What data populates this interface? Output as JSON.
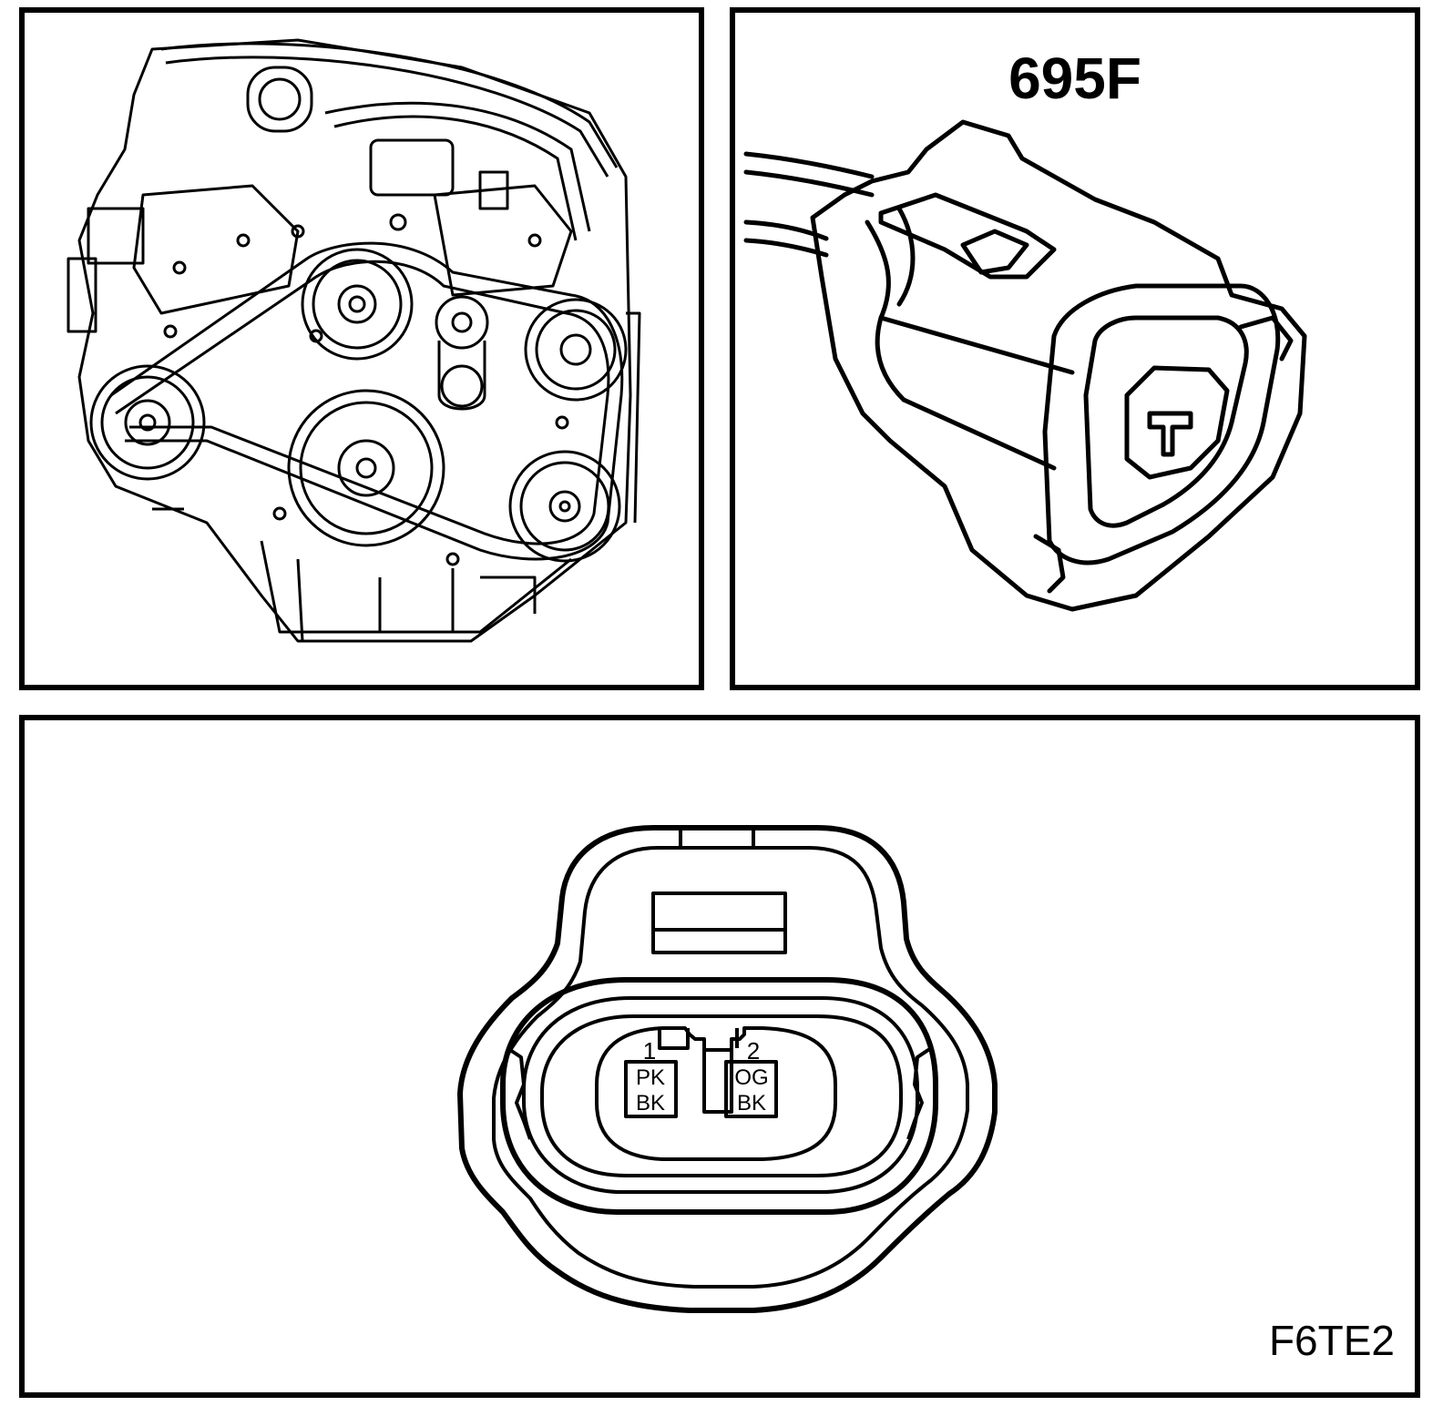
{
  "panels": {
    "engine": {
      "icon": "engine-front-view-drawing"
    },
    "connector": {
      "id_label": "695F",
      "icon": "two-pin-connector-perspective"
    },
    "face": {
      "figure_code": "F6TE2",
      "pins": [
        {
          "number": "1",
          "wire_color_1": "PK",
          "wire_color_2": "BK"
        },
        {
          "number": "2",
          "wire_color_1": "OG",
          "wire_color_2": "BK"
        }
      ]
    }
  }
}
